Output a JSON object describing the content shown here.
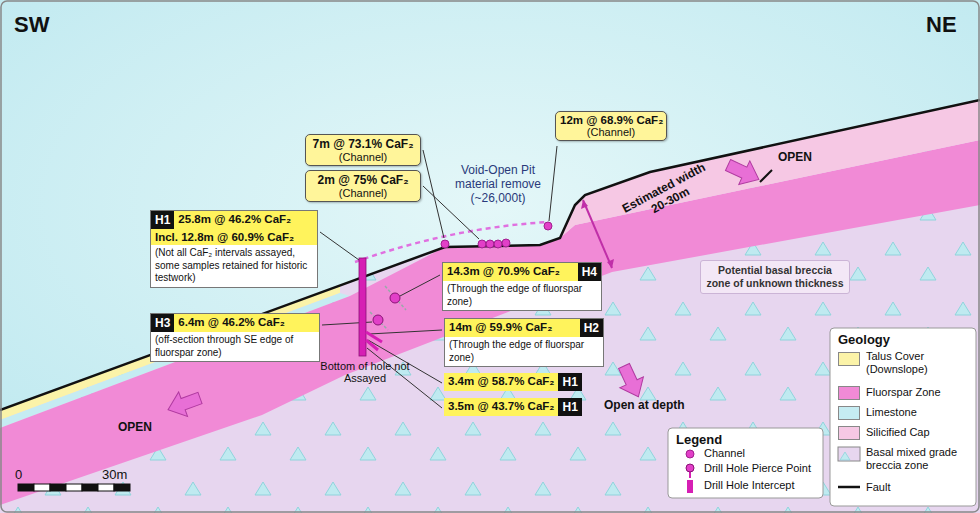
{
  "diagram": {
    "nodes": [
      {
        "text": [
          "7m @ 73.1% CaF₂",
          "(Channel)"
        ]
      },
      {
        "text": [
          "2m @ 75% CaF₂",
          "(Channel)"
        ]
      },
      {
        "text": [
          "12m @ 68.9% CaF₂",
          "(Channel)"
        ]
      },
      {
        "text": [
          "H1",
          "25.8m @ 46.2% CaF₂",
          "Incl. 12.8m @ 60.9% CaF₂",
          "(Not all CaF₂ intervals assayed, some samples retained for historic testwork)"
        ]
      },
      {
        "text": [
          "14.3m @ 70.9% CaF₂",
          "H4",
          "(Through the edge of fluorspar zone)"
        ]
      },
      {
        "text": [
          "H3",
          "6.4m @ 46.2% CaF₂",
          "(off-section through SE edge of fluorspar zone)"
        ]
      },
      {
        "text": [
          "14m @ 59.9% CaF₂",
          "H2",
          "(Through the edge of fluorspar zone)"
        ]
      },
      {
        "text": [
          "3.4m @ 58.7% CaF₂",
          "H1"
        ]
      },
      {
        "text": [
          "3.5m @ 43.7% CaF₂",
          "H1"
        ]
      },
      {
        "text": [
          "Potential basal breccia zone of unknown thickness"
        ]
      }
    ],
    "labels": [
      "SW",
      "NE",
      "Void-Open Pit material remove (~26,000t)",
      "Estimated width 20-30m",
      "OPEN",
      "OPEN",
      "Open at depth",
      "Bottom of hole not Assayed",
      "0",
      "30m",
      "Legend",
      "Geology"
    ],
    "legend": [
      {
        "text": "Channel"
      },
      {
        "text": "Drill Hole Pierce Point"
      },
      {
        "text": "Drill Hole Intercept"
      },
      {
        "text": "Talus Cover (Downslope)",
        "color": "#fbf3a8"
      },
      {
        "text": "Fluorspar Zone",
        "color": "#f18ad6"
      },
      {
        "text": "Limestone",
        "color": "#c5ecf2"
      },
      {
        "text": "Silicified Cap",
        "color": "#f6c8e4"
      },
      {
        "text": "Basal mixed grade breccia zone"
      },
      {
        "text": "Fault"
      }
    ]
  }
}
